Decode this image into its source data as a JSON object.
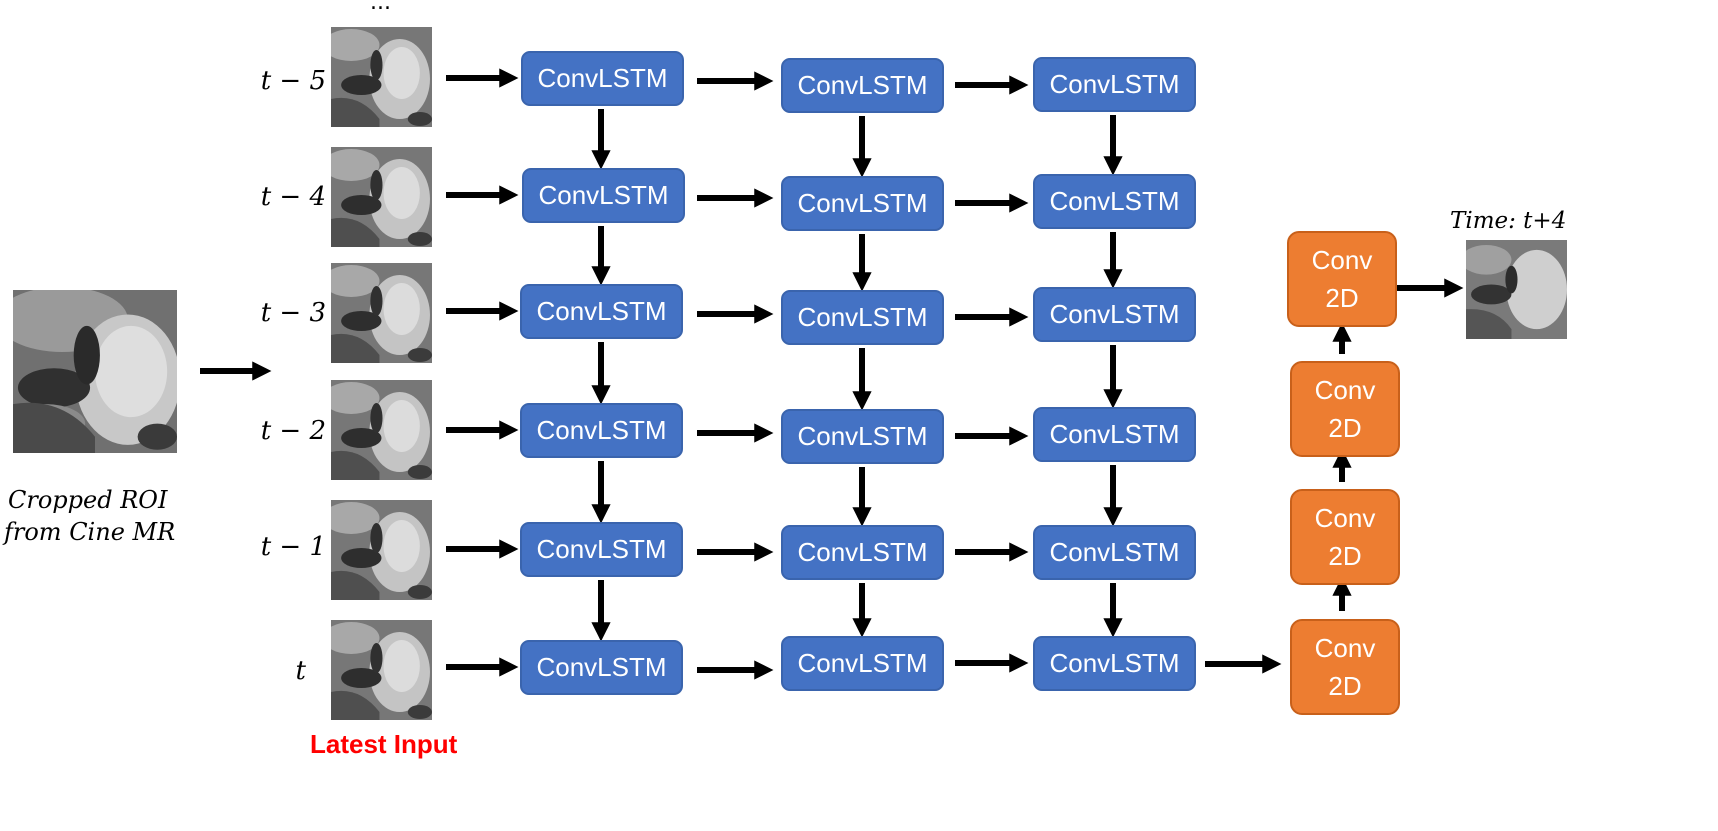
{
  "input": {
    "caption_line1": "Cropped ROI",
    "caption_line2": "from Cine MR"
  },
  "sequence": {
    "ellipsis": "...",
    "time_labels": [
      "t − 5",
      "t − 4",
      "t − 3",
      "t − 2",
      "t − 1",
      "t"
    ],
    "latest_label": "Latest Input"
  },
  "layers": {
    "convlstm_label": "ConvLSTM",
    "conv2d_label": "Conv\n2D"
  },
  "output": {
    "label": "Time: t+4"
  },
  "colors": {
    "convlstm": "#4472c4",
    "conv2d": "#ed7d31",
    "latest_input": "#ff0000"
  }
}
